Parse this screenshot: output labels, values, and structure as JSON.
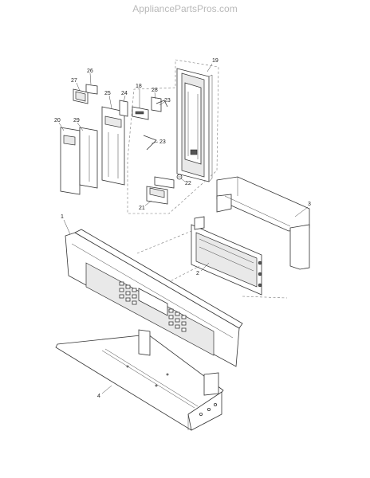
{
  "watermark": "AppliancePartsPros.com",
  "callouts": {
    "c19": "19",
    "c26": "26",
    "c27": "27",
    "c25": "25",
    "c18": "18",
    "c24": "24",
    "c28": "28",
    "c23a": "23",
    "c23b": "23",
    "c20": "20",
    "c29": "29",
    "c22": "22",
    "c21": "21",
    "c3": "3",
    "c1": "1",
    "c2": "2",
    "c4": "4"
  }
}
